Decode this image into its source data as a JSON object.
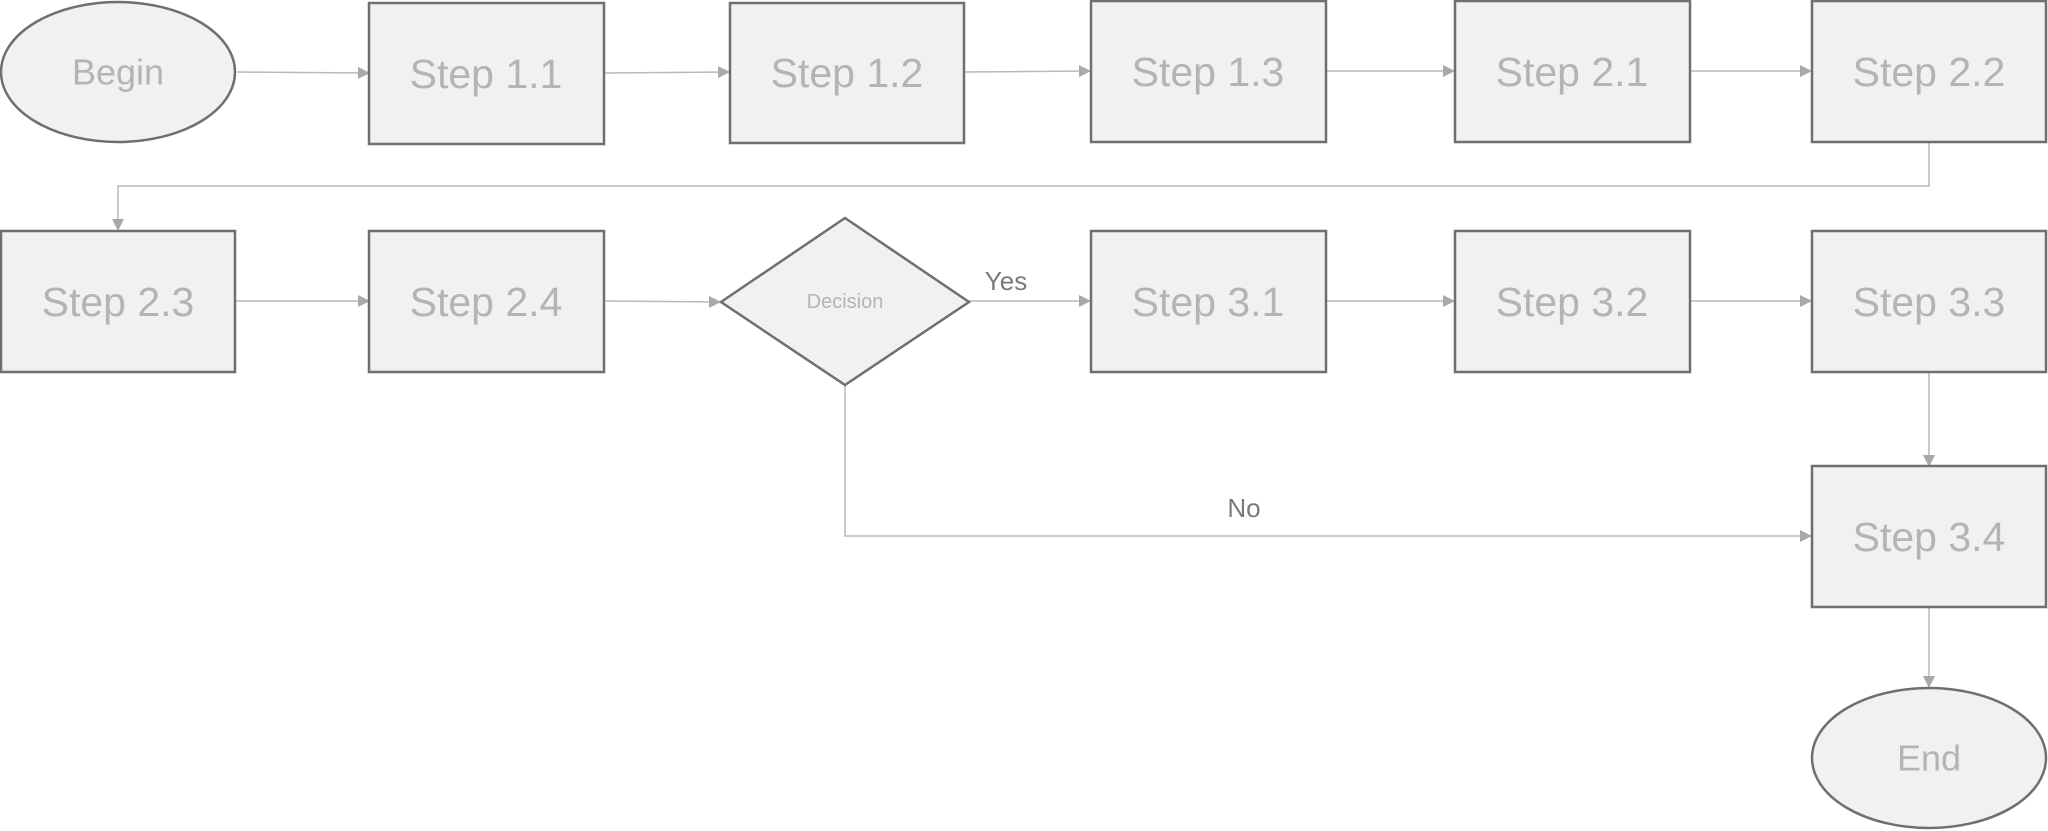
{
  "nodes": {
    "begin": "Begin",
    "step_1_1": "Step 1.1",
    "step_1_2": "Step 1.2",
    "step_1_3": "Step 1.3",
    "step_2_1": "Step 2.1",
    "step_2_2": "Step 2.2",
    "step_2_3": "Step 2.3",
    "step_2_4": "Step 2.4",
    "decision": "Decision",
    "step_3_1": "Step 3.1",
    "step_3_2": "Step 3.2",
    "step_3_3": "Step 3.3",
    "step_3_4": "Step 3.4",
    "end": "End"
  },
  "edges": {
    "yes_label": "Yes",
    "no_label": "No"
  },
  "colors": {
    "node_fill": "#f0f1f3",
    "node_stroke": "#6f6f6f",
    "node_text": "#b4b4b4",
    "edge": "#b9b9b9",
    "edge_label": "#7a7a7a"
  }
}
